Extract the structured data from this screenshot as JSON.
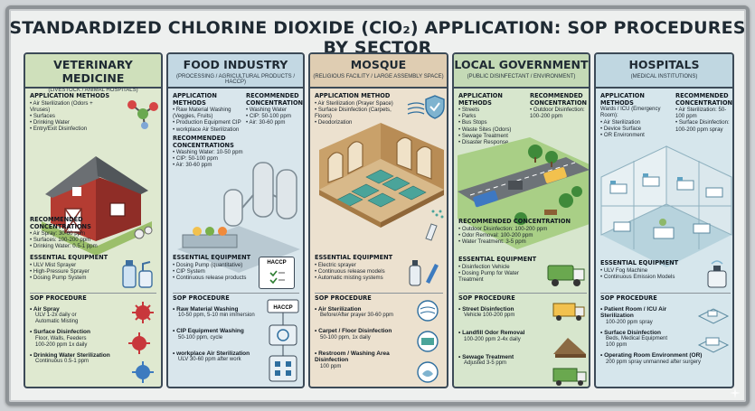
{
  "title": "STANDARDIZED CHLORINE DIOXIDE (ClO₂) APPLICATION: SOP PROCEDURES BY SECTOR",
  "colors": {
    "vet": "#dfe9d0",
    "food": "#d9e6ec",
    "mosque": "#ece1cf",
    "local": "#d7e6cd",
    "hosp": "#d6e6ec",
    "frame": "#3c4a57"
  },
  "vet": {
    "title": "Veterinary Medicine",
    "subtitle": "(Livestock / Animal Hospitals)",
    "methods_h": "Application Methods",
    "methods": [
      "Air Sterilization (Odors + Viruses)",
      "Surfaces",
      "Drinking Water",
      "Entry/Exit Disinfection"
    ],
    "conc_h": "Recommended Concentrations",
    "conc": [
      "Air Spray: 30-60 ppm",
      "Surfaces: 100-200 ppm",
      "Drinking Water: 0.5-1 ppm"
    ],
    "equip_h": "Essential Equipment",
    "equip": [
      "ULV Mist Sprayer",
      "High-Pressure Sprayer",
      "Dosing Pump System"
    ],
    "sop_h": "SOP Procedure",
    "steps": [
      {
        "t": "Air Spray",
        "d": [
          "ULV 1-2x daily or",
          "Automatic Misting"
        ]
      },
      {
        "t": "Surface Disinfection",
        "d": [
          "Floor, Walls, Feeders",
          "100-200 ppm 1x daily"
        ]
      },
      {
        "t": "Drinking Water Sterilization",
        "d": [
          "Continuous 0.5-1 ppm"
        ]
      }
    ]
  },
  "food": {
    "title": "Food Industry",
    "subtitle": "(Processing / Agricultural Products / HACCP)",
    "methods_h": "Application Methods",
    "methods": [
      "Raw Material Washing (Veggies, Fruits)",
      "Production Equipment CIP",
      "workplace Air Sterilization"
    ],
    "conc_h": "Recommended Concentrations",
    "conc": [
      "Washing Water: 10-50 ppm",
      "CIP: 50-100 ppm",
      "Air: 30-60 ppm"
    ],
    "conc2": [
      "Washing Water",
      "CIP: 50-100 ppm",
      "Air: 30-60 ppm"
    ],
    "equip_h": "Essential Equipment",
    "equip": [
      "Dosing Pump (quantitative)",
      "CIP System",
      "Continuous release products"
    ],
    "haccp": "HACCP",
    "sop_h": "SOP Procedure",
    "steps": [
      {
        "t": "Raw Material Washing",
        "d": [
          "10-50 ppm, 5-10 min immersion"
        ]
      },
      {
        "t": "CIP Equipment Washing",
        "d": [
          "50-100 ppm, cycle"
        ]
      },
      {
        "t": "workplace Air Sterilization",
        "d": [
          "ULV 30-60 ppm after work"
        ]
      }
    ]
  },
  "mosque": {
    "title": "Mosque",
    "subtitle": "(Religious Facility / Large Assembly Space)",
    "methods_h": "Application Method",
    "methods": [
      "Air Sterilization (Prayer Space)",
      "Surface Disinfection (Carpets, Floors)",
      "Deodorization"
    ],
    "equip_h": "Essential Equipment",
    "equip": [
      "Electric sprayer",
      "Continuous release models",
      "Automatic misting systems"
    ],
    "sop_h": "SOP Procedure",
    "steps": [
      {
        "t": "Air Sterilization",
        "d": [
          "Before/After prayer 30-60 ppm"
        ]
      },
      {
        "t": "Carpet / Floor Disinfection",
        "d": [
          "50-100 ppm, 1x daily"
        ]
      },
      {
        "t": "Restroom / Washing Area Disinfection",
        "d": [
          "100 ppm"
        ]
      }
    ]
  },
  "local": {
    "title": "Local Government",
    "subtitle": "(Public Disinfectant / Environment)",
    "methods_h": "Application Methods",
    "methods": [
      "Streets",
      "Parks",
      "Bus Stops",
      "Waste Sites (Odors)",
      "Sewage Treatment",
      "Disaster Response"
    ],
    "rec_h": "Recommended Concentration",
    "rec": [
      "Outdoor Disinfection: 100-200 ppm"
    ],
    "conc_h": "Recommended Concentration",
    "conc": [
      "Outdoor Disinfection: 100-200 ppm",
      "Odor Removal: 100-200 ppm",
      "Water Treatment: 3-5 ppm"
    ],
    "equip_h": "Essential Equipment",
    "equip": [
      "Disinfection Vehicle",
      "Dosing Pump for Water Treatment"
    ],
    "sop_h": "SOP Procedure",
    "steps": [
      {
        "t": "Street Disinfection",
        "d": [
          "Vehicle 100-200 ppm"
        ]
      },
      {
        "t": "Landfill Odor Removal",
        "d": [
          "100-200 ppm 2-4x daily"
        ]
      },
      {
        "t": "Sewage Treatment",
        "d": [
          "Adjusted 3-5 ppm"
        ]
      }
    ]
  },
  "hosp": {
    "title": "Hospitals",
    "subtitle": "(Medical Institutions)",
    "methods_h": "Application Methods",
    "methods_intro": "Wards / ICU (Emergency Room):",
    "methods": [
      "Air Sterilization",
      "Device Surface",
      "OR Environment"
    ],
    "rec_h": "Recommended Concentration",
    "rec": [
      "Air Sterilization: 50-100 ppm",
      "Surface Disinfection: 100-200 ppm spray"
    ],
    "equip_h": "Essential Equipment",
    "equip": [
      "ULV Fog Machine",
      "Continuous Emission Models"
    ],
    "sop_h": "SOP Procedure",
    "steps": [
      {
        "t": "Patient Room / ICU Air Sterilization",
        "d": [
          "100-200 ppm spray"
        ]
      },
      {
        "t": "Surface Disinfection",
        "d": [
          "Beds, Medical Equipment",
          "100 ppm"
        ]
      },
      {
        "t": "Operating Room Environment (OR)",
        "d": [
          "200 ppm spray unmanned after surgery"
        ]
      }
    ]
  }
}
